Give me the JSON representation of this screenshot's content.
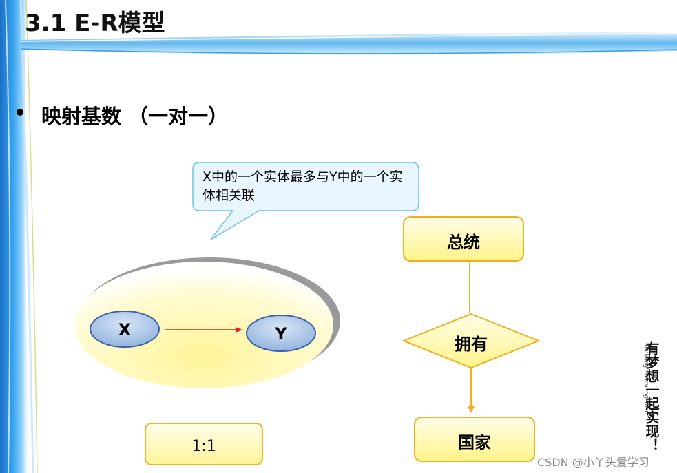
{
  "slide": {
    "title": "3.1 E-R模型",
    "bullet": "映射基数 （一对一）",
    "callout": "X中的一个实体最多与Y中的一个实体相关联",
    "entity_x": "X",
    "entity_y": "Y",
    "ratio": "1:1"
  },
  "er_diagram": {
    "entity_top": "总统",
    "relationship": "拥有",
    "entity_bottom": "国家"
  },
  "decoration": {
    "calligraphy_text": "有梦想一起实现！",
    "calligraphy_subtext": "Building dream together"
  },
  "watermark": "CSDN @小丫头爱学习",
  "colors": {
    "accent_blue": "#2f8fd8",
    "node_border": "#f0b020",
    "node_fill": "#fff7a0",
    "arrow_red": "#e02020"
  }
}
